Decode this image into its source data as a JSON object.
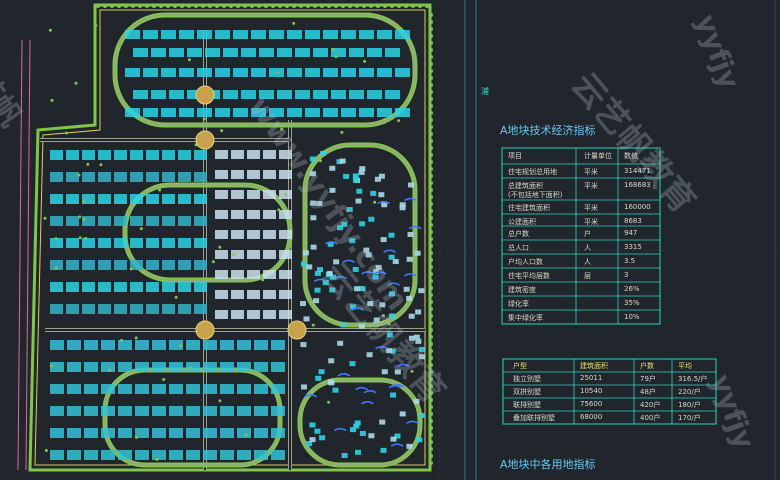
{
  "plan_labels": {
    "road_label": "浦"
  },
  "table_a": {
    "title": "A地块技术经济指标",
    "headers": [
      "项目",
      "计量单位",
      "数值"
    ],
    "rows": [
      [
        "住宅规划总用地",
        "平米",
        "314471"
      ],
      [
        "总建筑面积\n(不包括地下面积)",
        "平米",
        "168683"
      ],
      [
        "住宅建筑面积",
        "平米",
        "160000"
      ],
      [
        "公建面积",
        "平米",
        "8683"
      ],
      [
        "总户数",
        "户",
        "947"
      ],
      [
        "总人口",
        "人",
        "3315"
      ],
      [
        "户均人口数",
        "人",
        "3.5"
      ],
      [
        "住宅平均层数",
        "层",
        "3"
      ],
      [
        "建筑密度",
        "",
        "26%"
      ],
      [
        "绿化率",
        "",
        "35%"
      ],
      [
        "集中绿化率",
        "",
        "10%"
      ]
    ]
  },
  "table_b": {
    "headers": [
      "户型",
      "建筑面积",
      "户数",
      "平均"
    ],
    "rows": [
      [
        "独立别墅",
        "25011",
        "79户",
        "316.5/户"
      ],
      [
        "双拼别墅",
        "10540",
        "48户",
        "220/户"
      ],
      [
        "联排别墅",
        "75600",
        "420户",
        "180/户"
      ],
      [
        "叠加联排别墅",
        "68000",
        "400户",
        "170/户"
      ]
    ]
  },
  "table_c": {
    "title": "A地块中各用地指标"
  },
  "watermarks": [
    "云艺帆教育",
    "www.yyfjy.com",
    "yyfjy",
    "艺帆"
  ],
  "colors": {
    "background": "#21262c",
    "panel_line": "#1f7fa0",
    "table_line": "#2bd4c4",
    "title_text": "#69c6ee",
    "building_cyan": "#29d4e6",
    "vegetation_green": "#7fc64a",
    "road_yellow": "#d8cf5a"
  }
}
